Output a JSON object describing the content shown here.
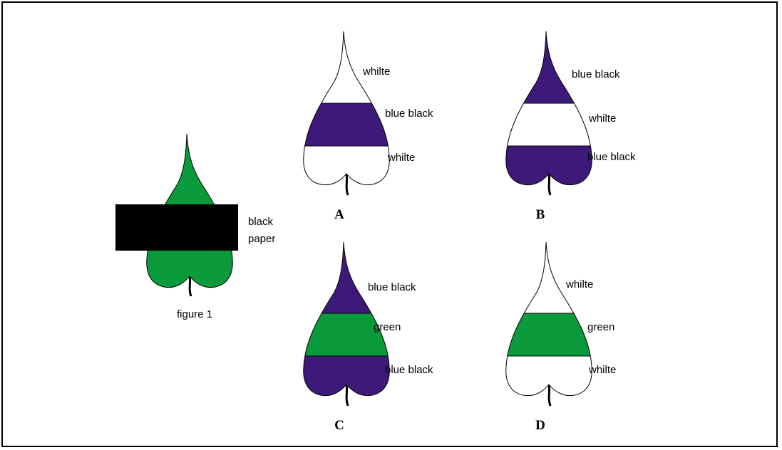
{
  "colors": {
    "green": "#0a9a3b",
    "blue_black": "#3d1a7a",
    "white": "#ffffff",
    "black": "#000000"
  },
  "figure1": {
    "caption": "figure 1",
    "paper_label_line1": "black",
    "paper_label_line2": "paper",
    "leaf_color": "green"
  },
  "options": [
    {
      "letter": "A",
      "bands": [
        {
          "label": "whilte",
          "color": "white"
        },
        {
          "label": "blue black",
          "color": "blue_black"
        },
        {
          "label": "whilte",
          "color": "white"
        }
      ]
    },
    {
      "letter": "B",
      "bands": [
        {
          "label": "blue black",
          "color": "blue_black"
        },
        {
          "label": "whilte",
          "color": "white"
        },
        {
          "label": "blue black",
          "color": "blue_black"
        }
      ]
    },
    {
      "letter": "C",
      "bands": [
        {
          "label": "blue black",
          "color": "blue_black"
        },
        {
          "label": "green",
          "color": "green"
        },
        {
          "label": "blue black",
          "color": "blue_black"
        }
      ]
    },
    {
      "letter": "D",
      "bands": [
        {
          "label": "whilte",
          "color": "white"
        },
        {
          "label": "green",
          "color": "green"
        },
        {
          "label": "whilte",
          "color": "white"
        }
      ]
    }
  ]
}
